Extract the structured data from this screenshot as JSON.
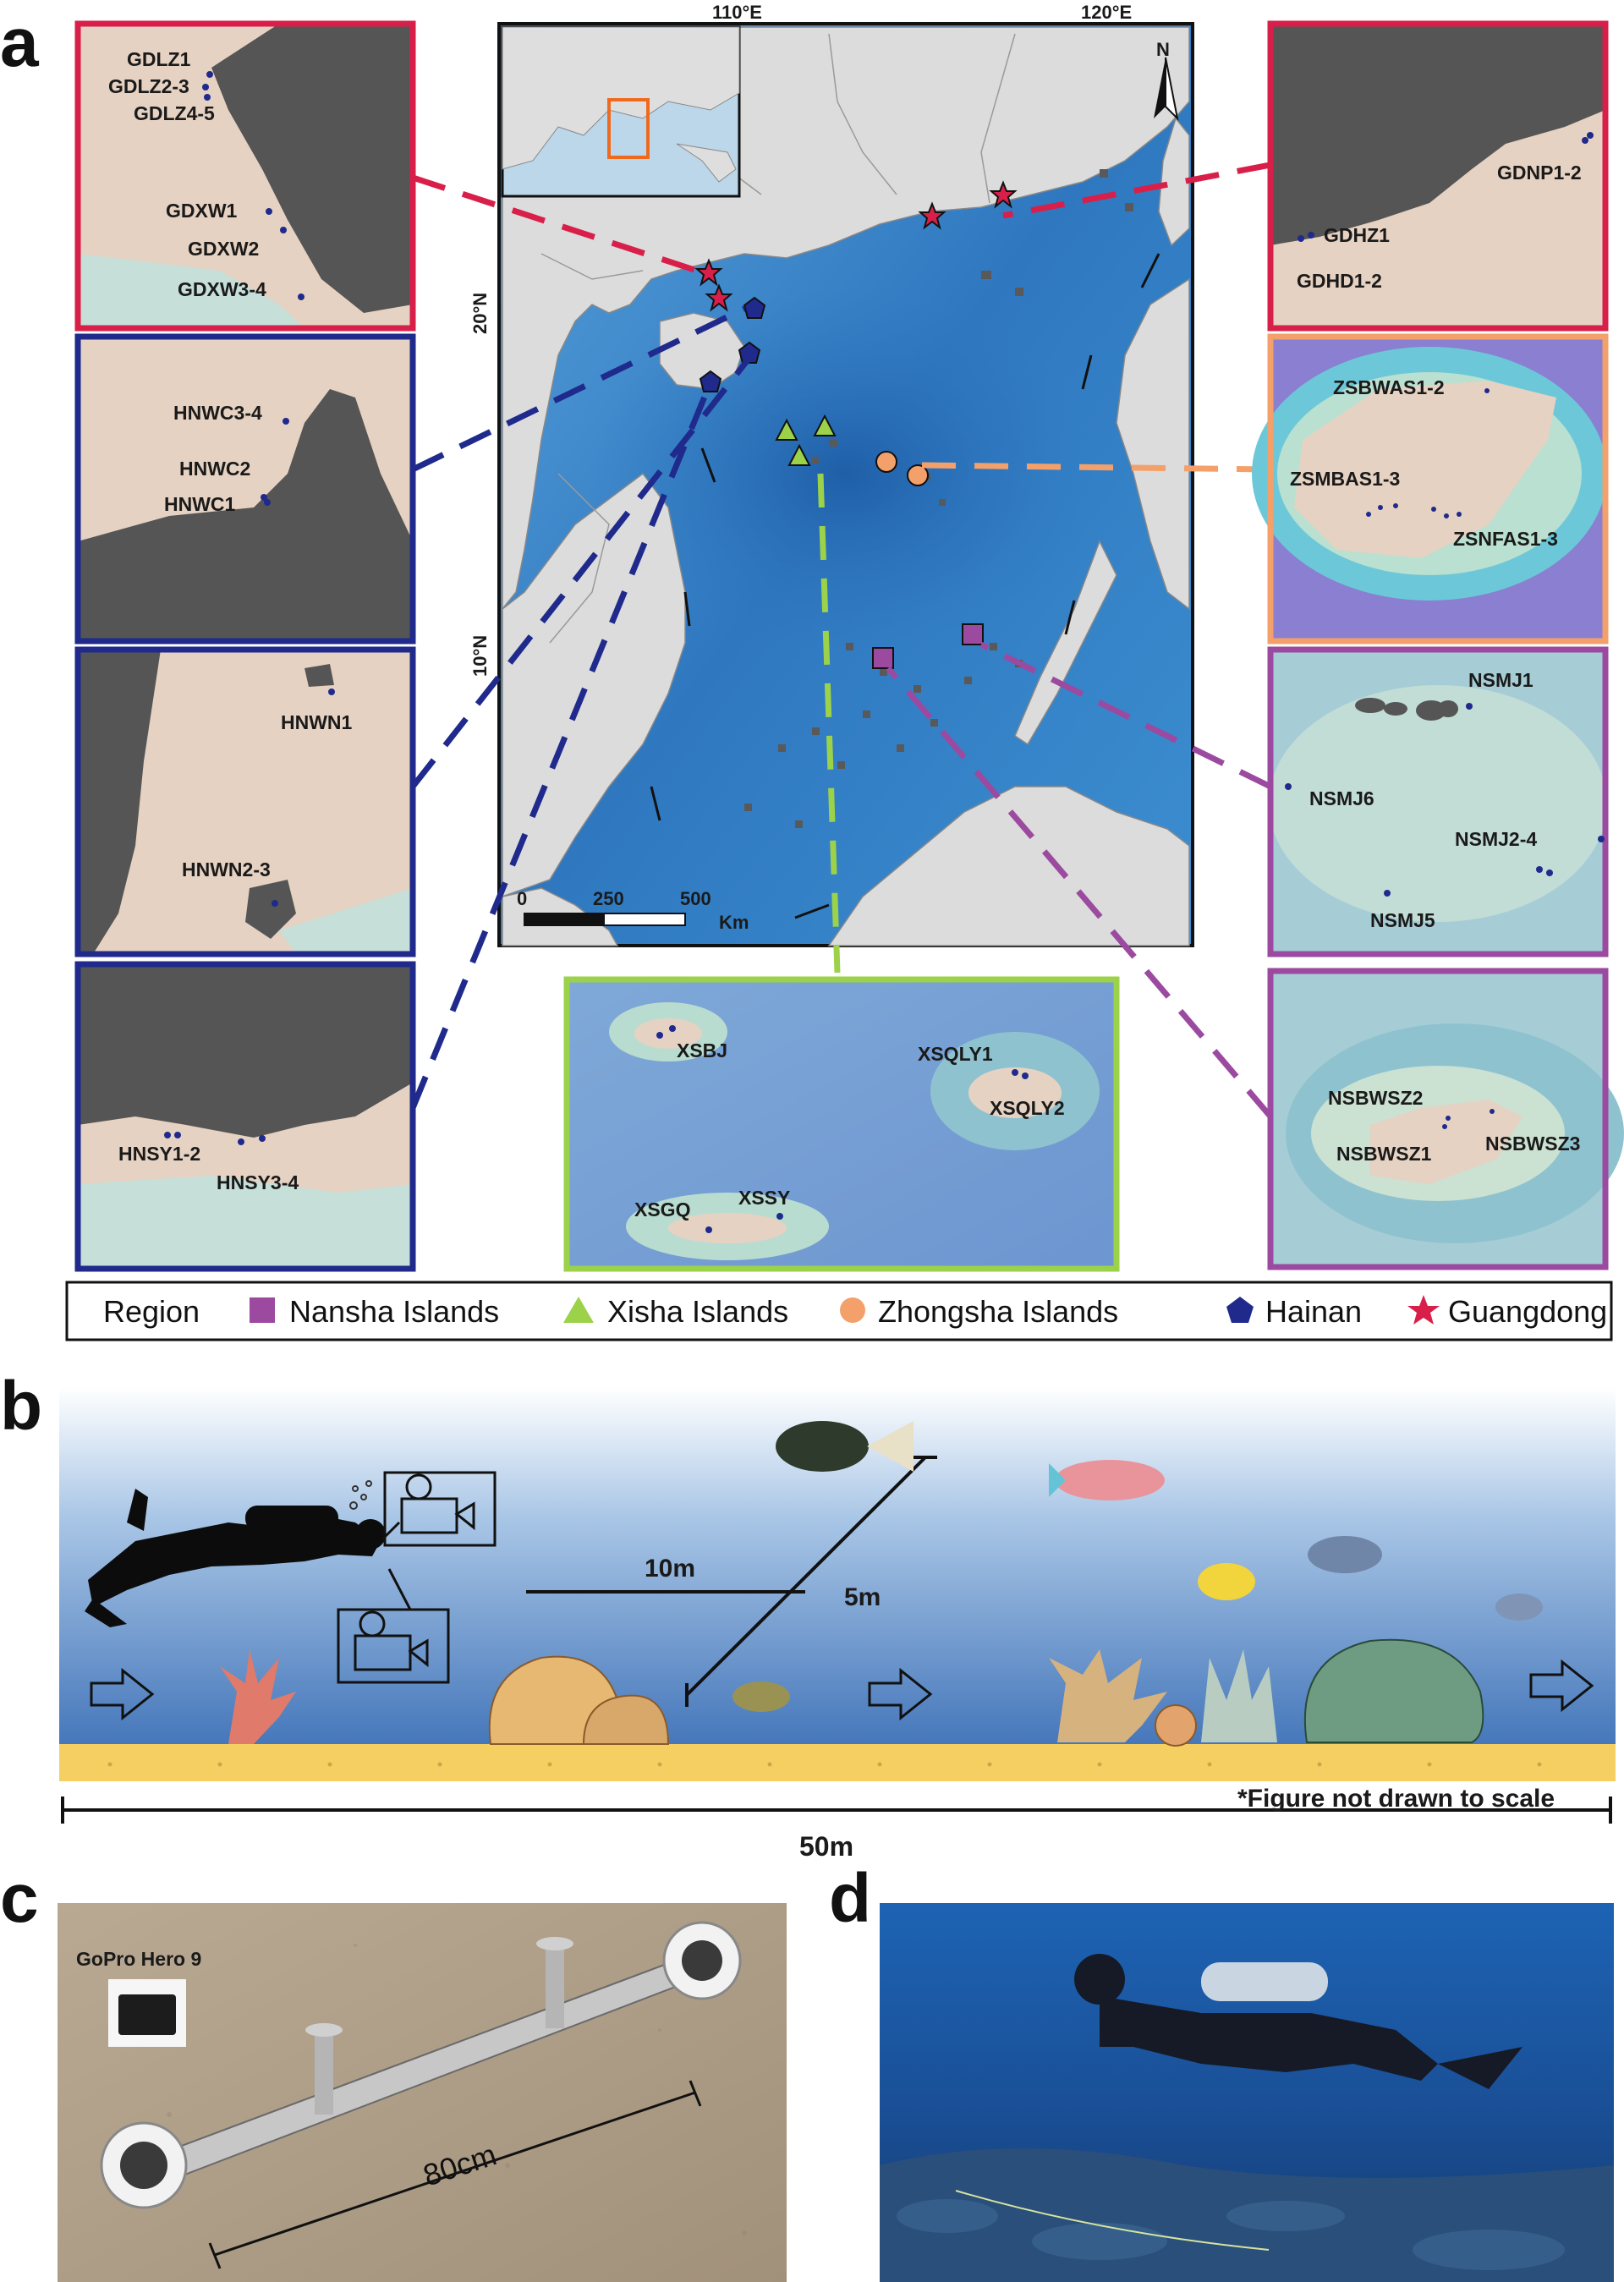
{
  "panels": {
    "a": "a",
    "b": "b",
    "c": "c",
    "d": "d"
  },
  "colors": {
    "guangdong": "#d81f4a",
    "hainan": "#1f2a8c",
    "xisha": "#9bd24a",
    "zhongsha": "#f4a06a",
    "nansha": "#9b4aa0",
    "land": "#5a5a5a",
    "sea": "#3f86c8"
  },
  "map": {
    "lon_labels": [
      "110°E",
      "120°E"
    ],
    "lat_labels": [
      "20°N",
      "10°N"
    ],
    "north": "N",
    "scale": {
      "ticks": [
        "0",
        "250",
        "500"
      ],
      "unit": "Km"
    }
  },
  "insets": {
    "gd_west": [
      "GDLZ1",
      "GDLZ2-3",
      "GDLZ4-5",
      "GDXW1",
      "GDXW2",
      "GDXW3-4"
    ],
    "hn_wc": [
      "HNWC3-4",
      "HNWC2",
      "HNWC1"
    ],
    "hn_wn": [
      "HNWN1",
      "HNWN2-3"
    ],
    "hn_sy": [
      "HNSY1-2",
      "HNSY3-4"
    ],
    "gd_east": [
      "GDNP1-2",
      "GDHZ1",
      "GDHD1-2"
    ],
    "zhongsha": [
      "ZSBWAS1-2",
      "ZSMBAS1-3",
      "ZSNFAS1-3"
    ],
    "nansha_mj": [
      "NSMJ1",
      "NSMJ6",
      "NSMJ2-4",
      "NSMJ5"
    ],
    "nansha_bw": [
      "NSBWSZ2",
      "NSBWSZ1",
      "NSBWSZ3"
    ],
    "xisha": [
      "XSBJ",
      "XSQLY1",
      "XSQLY2",
      "XSSY",
      "XSGQ"
    ]
  },
  "legend": {
    "title": "Region",
    "items": [
      {
        "label": "Nansha Islands",
        "icon": "square-icon",
        "color": "#9b4aa0"
      },
      {
        "label": "Xisha Islands",
        "icon": "triangle-icon",
        "color": "#9bd24a"
      },
      {
        "label": "Zhongsha Islands",
        "icon": "circle-icon",
        "color": "#f4a06a"
      },
      {
        "label": "Hainan",
        "icon": "pentagon-icon",
        "color": "#1f2a8c"
      },
      {
        "label": "Guangdong",
        "icon": "star-icon",
        "color": "#d81f4a"
      }
    ]
  },
  "survey": {
    "width_label": "10m",
    "depth_label": "5m",
    "length_label": "50m",
    "note": "*Figure not drawn to scale"
  },
  "photo_c": {
    "camera_label": "GoPro Hero 9",
    "bar_label": "80cm"
  }
}
